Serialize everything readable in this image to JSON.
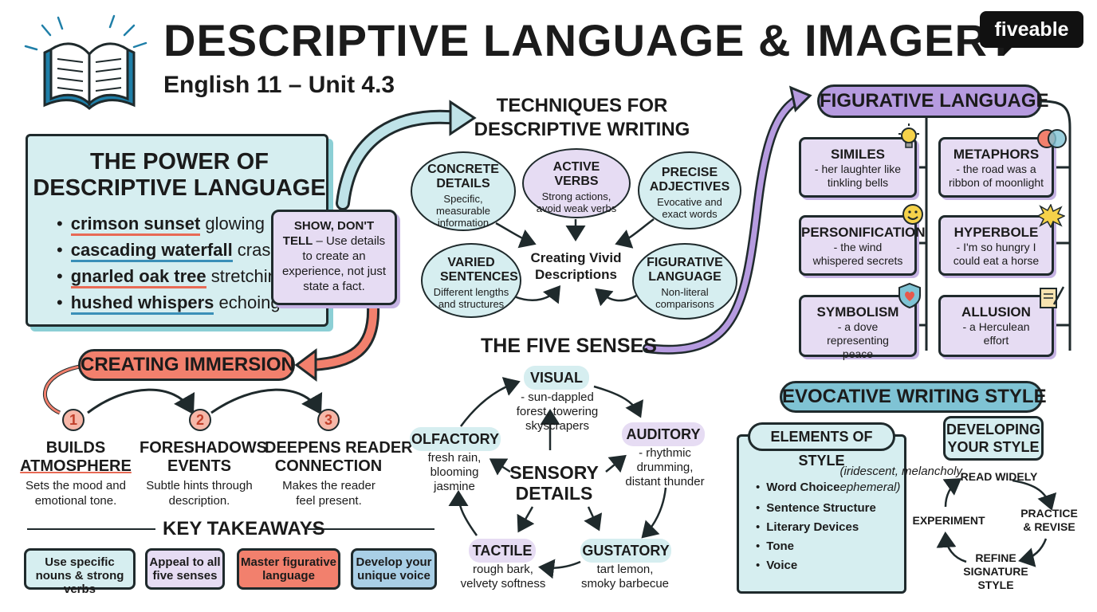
{
  "header": {
    "title": "DESCRIPTIVE LANGUAGE & IMAGERY",
    "subtitle": "English 11 – Unit 4.3",
    "logo": "fiveable",
    "icon": "open-book-icon"
  },
  "power": {
    "title_line1": "THE POWER OF",
    "title_line2": "DESCRIPTIVE LANGUAGE",
    "items": [
      {
        "phrase": "crimson sunset",
        "rest": " glowing"
      },
      {
        "phrase": "cascading waterfall",
        "rest": " crashing"
      },
      {
        "phrase": "gnarled oak tree",
        "rest": " stretching"
      },
      {
        "phrase": "hushed whispers",
        "rest": " echoing"
      }
    ],
    "show_title": "SHOW, DON'T TELL",
    "show_text": " – Use details to create an experience, not just state a fact."
  },
  "immersion": {
    "title": "CREATING IMMERSION",
    "steps": [
      {
        "num": "1",
        "title_line1": "BUILDS",
        "title_line2": "ATMOSPHERE",
        "desc": "Sets the mood and emotional tone."
      },
      {
        "num": "2",
        "title_line1": "FORESHADOWS",
        "title_line2": "EVENTS",
        "desc": "Subtle hints through description."
      },
      {
        "num": "3",
        "title_line1": "DEEPENS READER",
        "title_line2": "CONNECTION",
        "desc": "Makes the reader feel present."
      }
    ]
  },
  "takeaways": {
    "title": "KEY TAKEAWAYS",
    "items": [
      {
        "label": "Use specific nouns & strong verbs",
        "color": "#d6eef0"
      },
      {
        "label": "Appeal to all five senses",
        "color": "#e6dcf3"
      },
      {
        "label": "Master figurative language",
        "color": "#f2806d"
      },
      {
        "label": "Develop your unique voice",
        "color": "#a9cfe6"
      }
    ]
  },
  "techniques": {
    "title_line1": "TECHNIQUES FOR",
    "title_line2": "DESCRIPTIVE WRITING",
    "center_line1": "Creating Vivid",
    "center_line2": "Descriptions",
    "bubbles": [
      {
        "title": "CONCRETE DETAILS",
        "desc": "Specific, measurable information"
      },
      {
        "title": "ACTIVE VERBS",
        "desc": "Strong actions, avoid weak verbs"
      },
      {
        "title": "PRECISE ADJECTIVES",
        "desc": "Evocative and exact words"
      },
      {
        "title": "VARIED SENTENCES",
        "desc": "Different lengths and structures"
      },
      {
        "title": "FIGURATIVE LANGUAGE",
        "desc": "Non-literal comparisons"
      }
    ]
  },
  "senses": {
    "title": "THE FIVE SENSES",
    "center_line1": "SENSORY",
    "center_line2": "DETAILS",
    "visual": {
      "label": "VISUAL",
      "desc": "- sun-dappled forest, towering skyscrapers"
    },
    "auditory": {
      "label": "AUDITORY",
      "desc": "- rhythmic drumming, distant thunder"
    },
    "gustatory": {
      "label": "GUSTATORY",
      "desc": "tart lemon, smoky barbecue"
    },
    "tactile": {
      "label": "TACTILE",
      "desc": "rough bark, velvety softness"
    },
    "olfactory": {
      "label": "OLFACTORY",
      "desc": "fresh rain, blooming jasmine"
    }
  },
  "figurative": {
    "title": "FIGURATIVE LANGUAGE",
    "cards": [
      {
        "title": "SIMILES",
        "desc": "- her laughter like tinkling bells",
        "icon": "lightbulb-icon"
      },
      {
        "title": "METAPHORS",
        "desc": "- the road was a ribbon of moonlight",
        "icon": "venn-circles-icon"
      },
      {
        "title": "PERSONIFICATION",
        "desc": "- the wind whispered secrets",
        "icon": "smiley-icon"
      },
      {
        "title": "HYPERBOLE",
        "desc": "- I'm so hungry I could eat a horse",
        "icon": "burst-icon"
      },
      {
        "title": "SYMBOLISM",
        "desc": "- a dove representing peace",
        "icon": "heart-shield-icon"
      },
      {
        "title": "ALLUSION",
        "desc": "- a Herculean effort",
        "icon": "scroll-quill-icon"
      }
    ]
  },
  "evocative": {
    "title": "EVOCATIVE WRITING STYLE",
    "elements_title": "ELEMENTS OF STYLE",
    "elements": [
      {
        "bold": "Word Choice",
        "rest": " (iridescent, melancholy, ephemeral)"
      },
      {
        "bold": "Sentence Structure",
        "rest": ""
      },
      {
        "bold": "Literary Devices",
        "rest": ""
      },
      {
        "bold": "Tone",
        "rest": ""
      },
      {
        "bold": "Voice",
        "rest": ""
      }
    ],
    "develop_line1": "DEVELOPING",
    "develop_line2": "YOUR STYLE",
    "cycle": {
      "read": "READ WIDELY",
      "practice_line1": "PRACTICE",
      "practice_line2": "& REVISE",
      "refine_line1": "REFINE",
      "refine_line2": "SIGNATURE",
      "refine_line3": "STYLE",
      "experiment": "EXPERIMENT"
    }
  },
  "colors": {
    "teal": "#d6eef0",
    "lavender": "#e6dcf3",
    "coral": "#f2806d",
    "purple": "#b69be0",
    "blue": "#7fc3d4"
  }
}
